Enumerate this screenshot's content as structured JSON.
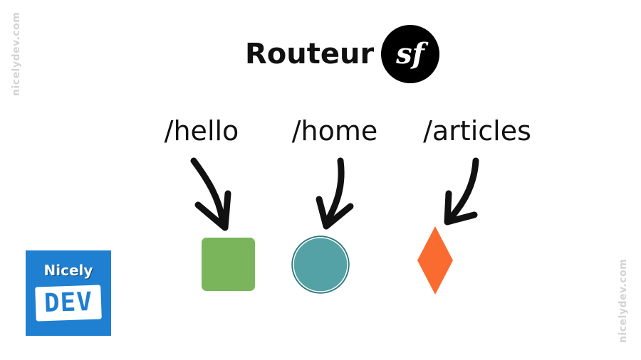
{
  "watermark": {
    "text": "nicelydev.com",
    "color": "#d3d3d3"
  },
  "header": {
    "title": "Routeur",
    "logo_text": "sf",
    "logo_icon": "symfony-logo-icon"
  },
  "routes": [
    {
      "path": "/hello",
      "arrow_icon": "curved-arrow-down-icon",
      "shape": "square",
      "color": "#7ab55c"
    },
    {
      "path": "/home",
      "arrow_icon": "curved-arrow-down-icon",
      "shape": "circle",
      "color": "#55a2a6"
    },
    {
      "path": "/articles",
      "arrow_icon": "curved-arrow-down-icon",
      "shape": "diamond",
      "color": "#f96b2e"
    }
  ],
  "brand_logo": {
    "line1": "Nicely",
    "line2": "DEV",
    "background": "#1f7fd0"
  }
}
